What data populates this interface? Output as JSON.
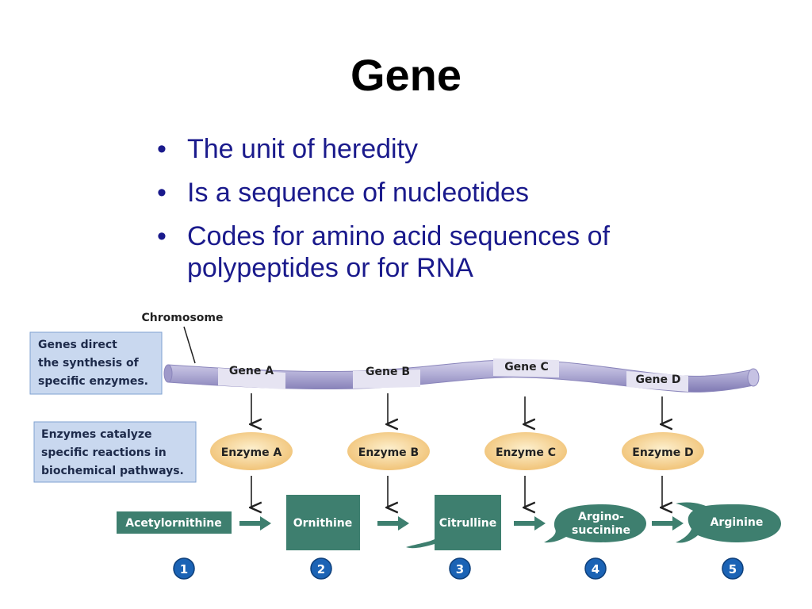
{
  "slide": {
    "title": "Gene",
    "bullets": [
      "The unit of heredity",
      "Is a sequence of nucleotides",
      "Codes for amino acid sequences of polypeptides or for RNA"
    ],
    "bullet_line2": "polypeptides or for RNA",
    "bullet_line1": "Codes for amino acid sequences of"
  },
  "diagram": {
    "chromosome_label": "Chromosome",
    "note_genes": [
      "Genes direct",
      "the synthesis of",
      "specific enzymes."
    ],
    "note_enzymes": [
      "Enzymes catalyze",
      "specific reactions in",
      "biochemical pathways."
    ],
    "genes": [
      "Gene A",
      "Gene B",
      "Gene C",
      "Gene D"
    ],
    "enzymes": [
      "Enzyme A",
      "Enzyme B",
      "Enzyme C",
      "Enzyme D"
    ],
    "compounds": [
      "Acetylornithine",
      "Ornithine",
      "Citrulline",
      "Argino-",
      "succinine",
      "Arginine"
    ],
    "steps": [
      "1",
      "2",
      "3",
      "4",
      "5"
    ],
    "colors": {
      "title": "#000000",
      "bullets": "#1a1a8c",
      "chromosome": "#b7b3d8",
      "gene_band": "#e6e4f2",
      "enzyme": "#f4d18c",
      "compound": "#3e7f6f",
      "note_box": "#c9d8ef",
      "step_circle": "#1b63b5"
    }
  }
}
